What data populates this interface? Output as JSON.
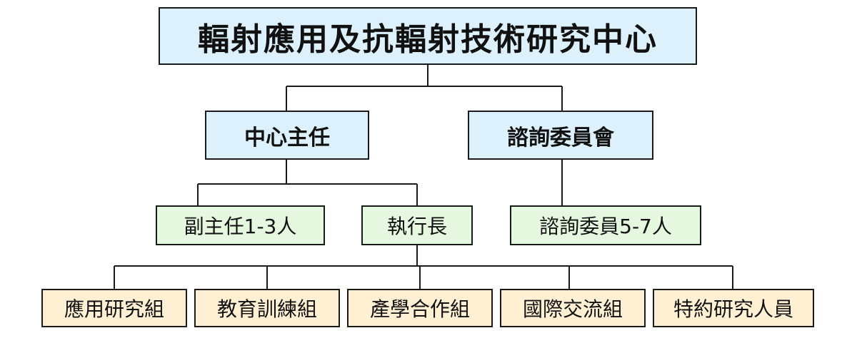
{
  "org_chart": {
    "root": "輻射應用及抗輻射技術研究中心",
    "level1": {
      "director": "中心主任",
      "advisory_committee": "諮詢委員會"
    },
    "level2": {
      "deputy_directors": "副主任1-3人",
      "executive_director": "執行長",
      "advisors": "諮詢委員5-7人"
    },
    "groups": [
      "應用研究組",
      "教育訓練組",
      "產學合作組",
      "國際交流組",
      "特約研究人員"
    ]
  },
  "colors": {
    "top_box_fill": "#dcf1fb",
    "middle_box_fill": "#e6f7df",
    "bottom_box_fill": "#fff0d3",
    "line_color": "#1a1a1a"
  }
}
